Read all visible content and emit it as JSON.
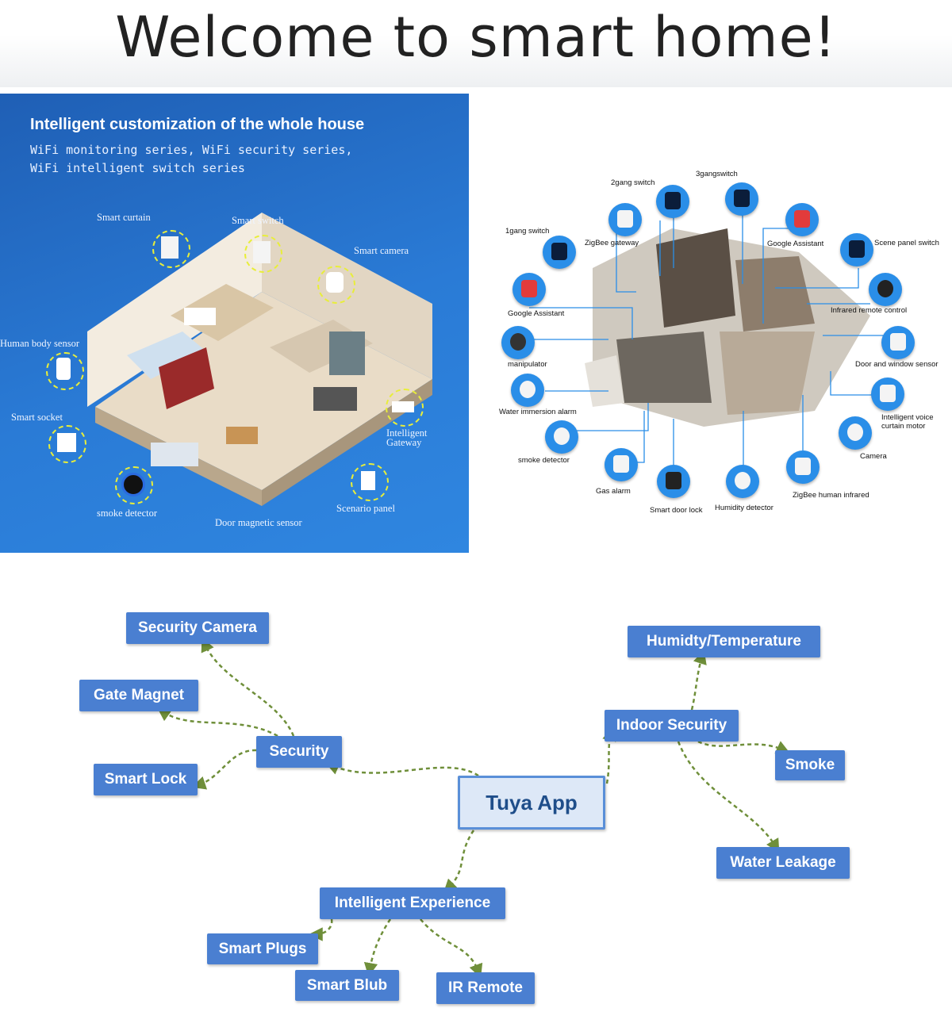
{
  "title": "Welcome to smart home!",
  "left_panel": {
    "heading": "Intelligent customization of the whole house",
    "subtitle_line1": "WiFi monitoring series, WiFi security series,",
    "subtitle_line2": "WiFi intelligent switch series",
    "labels": {
      "smart_curtain": "Smart curtain",
      "smart_switch": "Smart switch",
      "smart_camera": "Smart camera",
      "human_body_sensor": "Human body sensor",
      "smart_socket": "Smart socket",
      "intelligent_gateway_1": "Intelligent",
      "intelligent_gateway_2": "Gateway",
      "scenario_panel": "Scenario panel",
      "smoke_detector": "smoke detector",
      "door_magnetic_sensor": "Door magnetic sensor"
    }
  },
  "right_panel": {
    "labels": {
      "three_gang_switch": "3gangswitch",
      "two_gang_switch": "2gang switch",
      "one_gang_switch": "1gang switch",
      "zigbee_gateway": "ZigBee gateway",
      "google_assistant_top": "Google Assistant",
      "scene_panel_switch": "Scene panel switch",
      "google_assistant_left": "Google Assistant",
      "infrared_remote_control": "Infrared remote control",
      "manipulator": "manipulator",
      "door_and_window_sensor": "Door and window sensor",
      "water_immersion_alarm": "Water immersion alarm",
      "intelligent_voice_1": "Intelligent voice",
      "intelligent_voice_2": "curtain motor",
      "smoke_detector": "smoke detector",
      "camera": "Camera",
      "gas_alarm": "Gas alarm",
      "smart_door_lock": "Smart door lock",
      "humidity_detector": "Humidity detector",
      "zigbee_human_infrared": "ZigBee human infrared"
    }
  },
  "mindmap": {
    "root": "Tuya App",
    "security": "Security",
    "security_camera": "Security Camera",
    "gate_magnet": "Gate Magnet",
    "smart_lock": "Smart Lock",
    "indoor_security": "Indoor Security",
    "humidity_temperature": "Humidty/Temperature",
    "smoke": "Smoke",
    "water_leakage": "Water Leakage",
    "intelligent_experience": "Intelligent Experience",
    "smart_plugs": "Smart Plugs",
    "smart_blub": "Smart Blub",
    "ir_remote": "IR Remote"
  },
  "colors": {
    "node_fill": "#4a7fd1",
    "root_fill": "#dde8f7",
    "connector": "#6f8f3a",
    "left_panel_bg": "#1f5fb5"
  }
}
